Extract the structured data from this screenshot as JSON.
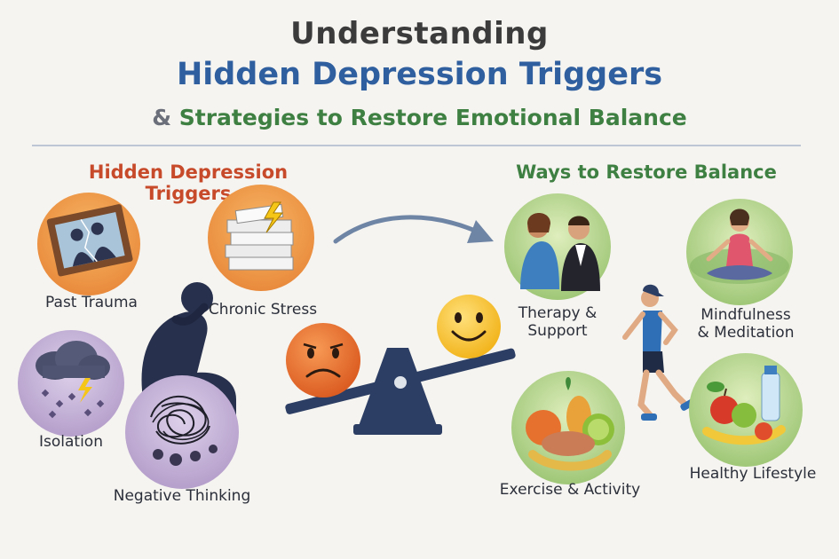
{
  "header": {
    "line1": "Understanding",
    "line2": "Hidden Depression Triggers",
    "line3_amp": "&",
    "line3": "Strategies to Restore Emotional Balance"
  },
  "left_section": {
    "title": "Hidden Depression Triggers",
    "items": [
      {
        "label": "Past Trauma",
        "icon": "broken-photo-frame-icon"
      },
      {
        "label": "Chronic Stress",
        "icon": "paper-stack-lightning-icon"
      },
      {
        "label": "Isolation",
        "icon": "storm-cloud-icon"
      },
      {
        "label": "Negative Thinking",
        "icon": "tangled-thoughts-icon"
      }
    ]
  },
  "right_section": {
    "title": "Ways to Restore Balance",
    "items": [
      {
        "label_line1": "Therapy &",
        "label_line2": "Support",
        "icon": "therapy-session-icon"
      },
      {
        "label_line1": "Mindfulness",
        "label_line2": "& Meditation",
        "icon": "meditation-icon"
      },
      {
        "label": "Exercise & Activity",
        "icon": "healthy-food-icon"
      },
      {
        "label": "Healthy Lifestyle",
        "icon": "fruit-water-icon"
      }
    ]
  },
  "colors": {
    "background": "#f6f4f0",
    "title_dark": "#3b3b3b",
    "title_blue": "#2f5f9f",
    "title_green": "#3e7f42",
    "trigger_red": "#c74a2b",
    "sad_orange": "#e86f2e",
    "happy_yellow": "#f7c531",
    "seesaw_navy": "#2c3e64"
  }
}
